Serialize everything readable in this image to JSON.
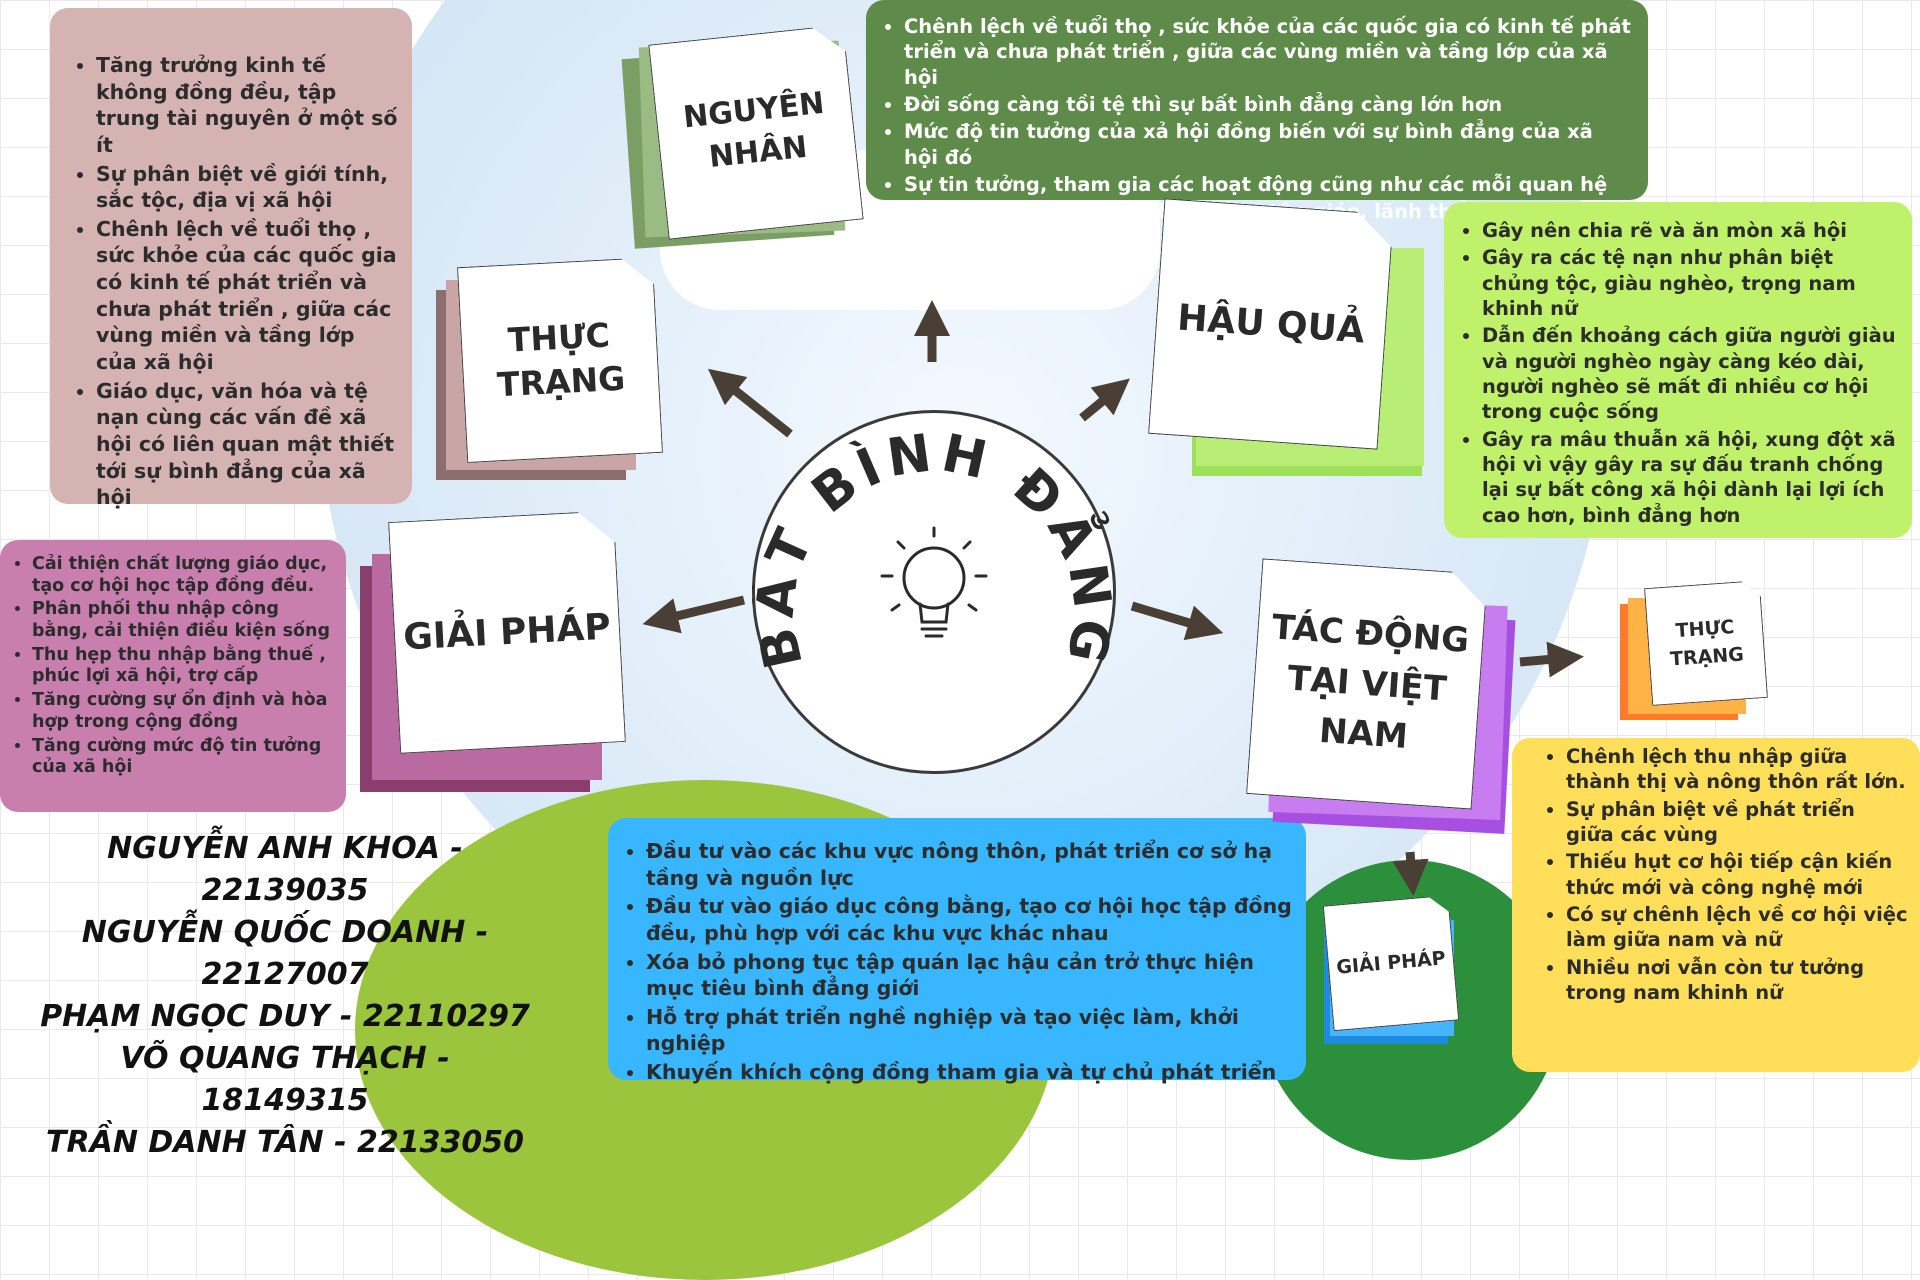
{
  "center": {
    "title": "BẤT BÌNH ĐẲNG",
    "icon": "lightbulb-icon"
  },
  "notes": {
    "nguyen_nhan": {
      "label_line1": "NGUYÊN",
      "label_line2": "NHÂN"
    },
    "thuc_trang": {
      "label_line1": "THỰC",
      "label_line2": "TRẠNG"
    },
    "hau_qua": {
      "label": "HẬU QUẢ"
    },
    "giai_phap": {
      "label": "GIẢI PHÁP"
    },
    "tac_dong": {
      "label_line1": "TÁC ĐỘNG",
      "label_line2": "TẠI VIỆT",
      "label_line3": "NAM"
    },
    "vn_thuc_trang": {
      "label_line1": "THỰC",
      "label_line2": "TRẠNG"
    },
    "vn_giai_phap": {
      "label": "GIẢI PHÁP"
    }
  },
  "boxes": {
    "nguyen_nhan": [
      "Chênh lệch về tuổi thọ , sức khỏe của các quốc gia có kinh tế phát triển và chưa phát triển , giữa các vùng miền và tầng lớp của xã hội",
      "Đời sống càng tồi tệ thì sự bất bình đẳng càng lớn hơn",
      "Mức độ tin tưởng của xả hội đồng biến với sự bình đẳng của xã hội đó",
      "Sự tin tưởng, tham gia các hoạt động  cũng như các mỗi quan hệ",
      "Do văn hoá, giới tính, chủng tộc, tôn giáo, lãnh thổ"
    ],
    "thuc_trang": [
      "Tăng trưởng kinh tế không đồng đều, tập trung tài nguyên ở một số ít",
      "Sự phân biệt về giới tính, sắc tộc, địa vị xã hội",
      "Chênh lệch về tuổi thọ , sức khỏe của các quốc gia có kinh tế phát triển và chưa phát triển , giữa các vùng miền và tầng lớp của xã hội",
      "Giáo dục, văn hóa và tệ nạn cùng các vấn đề xã hội có liên quan mật thiết tới sự bình đẳng của xã hội"
    ],
    "hau_qua": [
      "Gây nên chia rẽ và ăn mòn xã hội",
      "Gây ra các tệ nạn như phân biệt chủng tộc, giàu nghèo, trọng nam khinh nữ",
      "Dẫn đến khoảng cách giữa người giàu và người nghèo ngày càng kéo dài, người nghèo sẽ mất đi nhiều cơ hội trong cuộc sống",
      "Gây ra mâu thuẫn xã hội, xung đột xã hội vì vậy gây ra sự đấu tranh chống lại sự bất công xã hội dành lại lợi ích cao hơn, bình đẳng hơn"
    ],
    "giai_phap": [
      "Cải thiện chất lượng giáo dục, tạo cơ hội học tập đồng đều.",
      " Phân phối thu nhập công bằng, cải thiện điều kiện sống",
      "Thu hẹp thu nhập bằng thuế , phúc lợi xã hội, trợ cấp",
      "Tăng cường sự ổn định và hòa hợp trong cộng đồng",
      "Tăng cường mức độ tin tưởng của xã hội"
    ],
    "vn_thuc_trang": [
      "Chênh lệch thu nhập giữa thành thị và nông thôn rất lớn.",
      "Sự phân biệt về phát triển giữa các vùng",
      "Thiếu hụt cơ hội tiếp cận kiến thức mới và công nghệ mới",
      "Có sự chênh lệch về cơ hội việc làm giữa nam và nữ",
      "Nhiều nơi vẫn còn tư tưởng trong nam khinh nữ"
    ],
    "vn_giai_phap": [
      "Đầu tư vào các khu vực nông thôn, phát triển cơ sở hạ tầng và nguồn lực",
      "Đầu tư vào giáo dục công bằng, tạo cơ hội học tập đồng đều, phù hợp với các khu vực khác nhau",
      "Xóa bỏ phong tục tập quán lạc hậu cản trở thực hiện mục tiêu bình đẳng giới",
      "Hỗ trợ phát triển nghề nghiệp và tạo việc làm, khởi nghiệp",
      "Khuyến khích cộng đồng tham gia và tự chủ phát triển"
    ]
  },
  "authors": [
    "NGUYỄN ANH KHOA - 22139035",
    "NGUYỄN QUỐC DOANH - 22127007",
    "PHẠM NGỌC DUY - 22110297",
    "VÕ QUANG THẠCH - 18149315",
    "TRẦN DANH TÂN - 22133050"
  ],
  "colors": {
    "nguyen_nhan": "#5e8a4a",
    "thuc_trang": "#d6b3b3",
    "hau_qua": "#bff26a",
    "giai_phap": "#c97fae",
    "vn_thuc_trang": "#ffde59",
    "vn_giai_phap": "#38b6ff",
    "arrow": "#4a3f35"
  }
}
